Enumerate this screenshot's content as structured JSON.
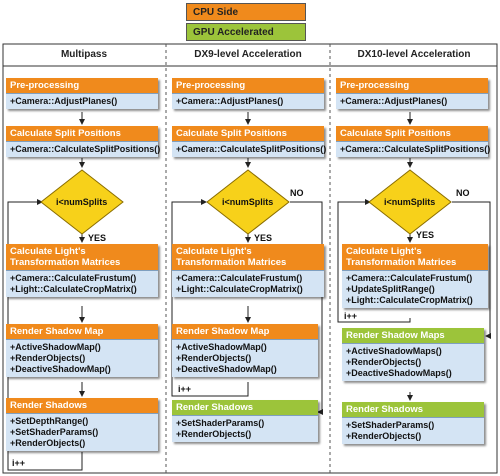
{
  "legend": [
    {
      "label": "CPU Side",
      "color": "#f08a1c"
    },
    {
      "label": "GPU Accelerated",
      "color": "#9cc43a"
    }
  ],
  "columns": [
    {
      "title": "Multipass",
      "preprocess": {
        "head": "Pre-processing",
        "lines": [
          "+Camera::AdjustPlanes()"
        ]
      },
      "split": {
        "head": "Calculate Split Positions",
        "lines": [
          "+Camera::CalculateSplitPositions()"
        ]
      },
      "decision": "i<numSplits",
      "yes": "YES",
      "no": "",
      "light": {
        "head_lines": [
          "Calculate Light's",
          "Transformation Matrices"
        ],
        "lines": [
          "+Camera::CalculateFrustum()",
          "+Light::CalculateCropMatrix()"
        ]
      },
      "map": {
        "head": "Render Shadow Map",
        "lines": [
          "+ActiveShadowMap()",
          "+RenderObjects()",
          "+DeactiveShadowMap()"
        ]
      },
      "shadows": {
        "head": "Render Shadows",
        "lines": [
          "+SetDepthRange()",
          "+SetShaderParams()",
          "+RenderObjects()"
        ]
      },
      "incr": "i++"
    },
    {
      "title": "DX9-level Acceleration",
      "preprocess": {
        "head": "Pre-processing",
        "lines": [
          "+Camera::AdjustPlanes()"
        ]
      },
      "split": {
        "head": "Calculate Split Positions",
        "lines": [
          "+Camera::CalculateSplitPositions()"
        ]
      },
      "decision": "i<numSplits",
      "yes": "YES",
      "no": "NO",
      "light": {
        "head_lines": [
          "Calculate Light's",
          "Transformation Matrices"
        ],
        "lines": [
          "+Camera::CalculateFrustum()",
          "+Light::CalculateCropMatrix()"
        ]
      },
      "map": {
        "head": "Render Shadow Map",
        "lines": [
          "+ActiveShadowMap()",
          "+RenderObjects()",
          "+DeactiveShadowMap()"
        ]
      },
      "shadows": {
        "head": "Render Shadows",
        "lines": [
          "+SetShaderParams()",
          "+RenderObjects()"
        ]
      },
      "incr": "i++"
    },
    {
      "title": "DX10-level Acceleration",
      "preprocess": {
        "head": "Pre-processing",
        "lines": [
          "+Camera::AdjustPlanes()"
        ]
      },
      "split": {
        "head": "Calculate Split Positions",
        "lines": [
          "+Camera::CalculateSplitPositions()"
        ]
      },
      "decision": "i<numSplits",
      "yes": "YES",
      "no": "NO",
      "light": {
        "head_lines": [
          "Calculate Light's",
          "Transformation Matrices"
        ],
        "lines": [
          "+Camera::CalculateFrustum()",
          "+UpdateSplitRange()",
          "+Light::CalculateCropMatrix()"
        ]
      },
      "map": {
        "head": "Render Shadow Maps",
        "lines": [
          "+ActiveShadowMaps()",
          "+RenderObjects()",
          "+DeactiveShadowMaps()"
        ]
      },
      "shadows": {
        "head": "Render Shadows",
        "lines": [
          "+SetShaderParams()",
          "+RenderObjects()"
        ]
      },
      "incr": "i++"
    }
  ]
}
